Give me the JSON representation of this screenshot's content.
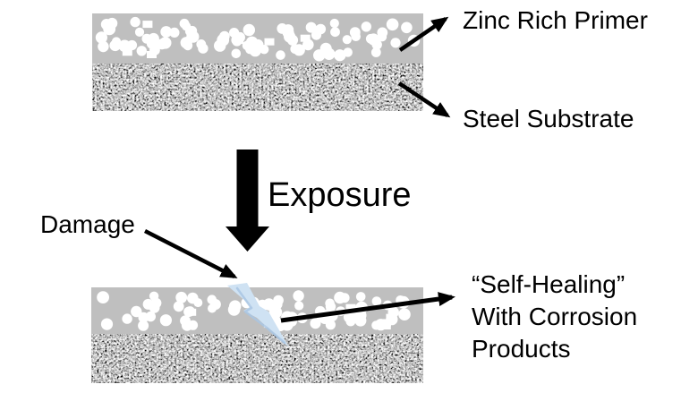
{
  "labels": {
    "zinc_primer": "Zinc Rich Primer",
    "steel_substrate": "Steel Substrate",
    "exposure": "Exposure",
    "damage": "Damage",
    "self_healing_lines": [
      "“Self-Healing”",
      "With Corrosion",
      "Products"
    ]
  },
  "colors": {
    "primer_gray": "#bfbfbf",
    "particle_white": "#ffffff",
    "steel_base_gray": "#a9a9a9",
    "arrow_black": "#000000",
    "crack_fill": "#cfe2f3",
    "crack_shade": "#a9c6e3",
    "crack_edge": "#eef5fc",
    "text_black": "#000000"
  },
  "shapes": {
    "exposure_arrow": "thick-down-arrow",
    "label_pointers": "thin-black-arrows",
    "crack": "lightning-bolt-crack",
    "zinc_particles": "white-circle-pigments",
    "steel_texture": "grayscale-noise"
  }
}
